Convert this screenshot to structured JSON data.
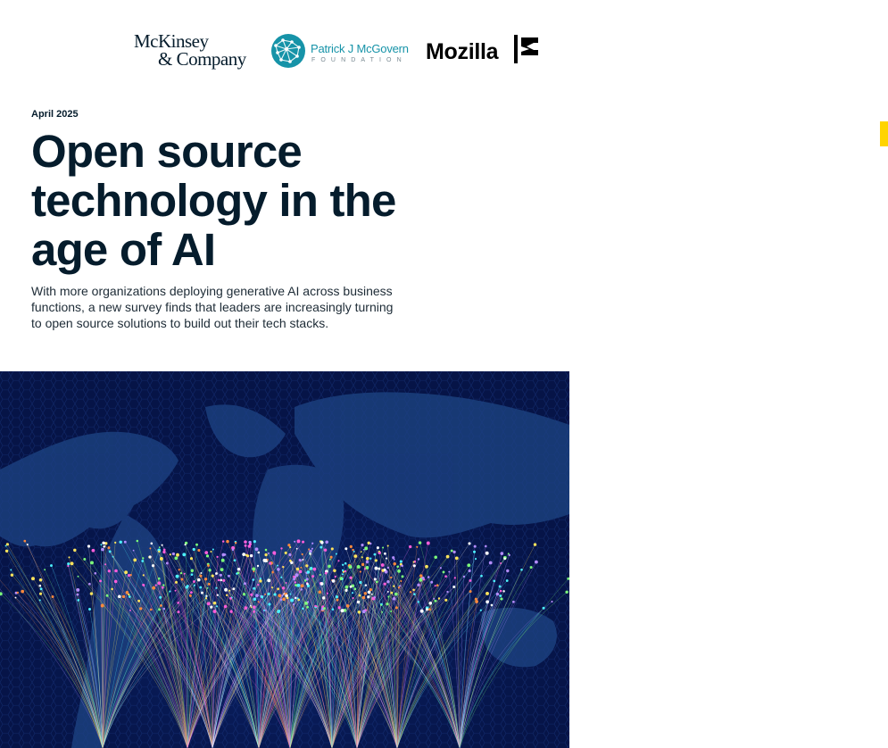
{
  "logos": {
    "mckinsey_line1": "McKinsey",
    "mckinsey_line2": "& Company",
    "pjm_name": "Patrick J McGovern",
    "pjm_sub": "FOUNDATION",
    "mozilla": "Mozilla"
  },
  "report": {
    "date": "April 2025",
    "title": "Open source technology in the age of AI",
    "subtitle": "With more organizations deploying generative AI across business functions, a new survey finds that leaders are increasingly turning to open source solutions to build out their tech stacks."
  },
  "colors": {
    "navy": "#051c2c",
    "accent_yellow": "#ffd400",
    "pjm_teal": "#1693a8",
    "hero_background": "#061447"
  },
  "hero": {
    "icon": "world-map-network-image"
  }
}
